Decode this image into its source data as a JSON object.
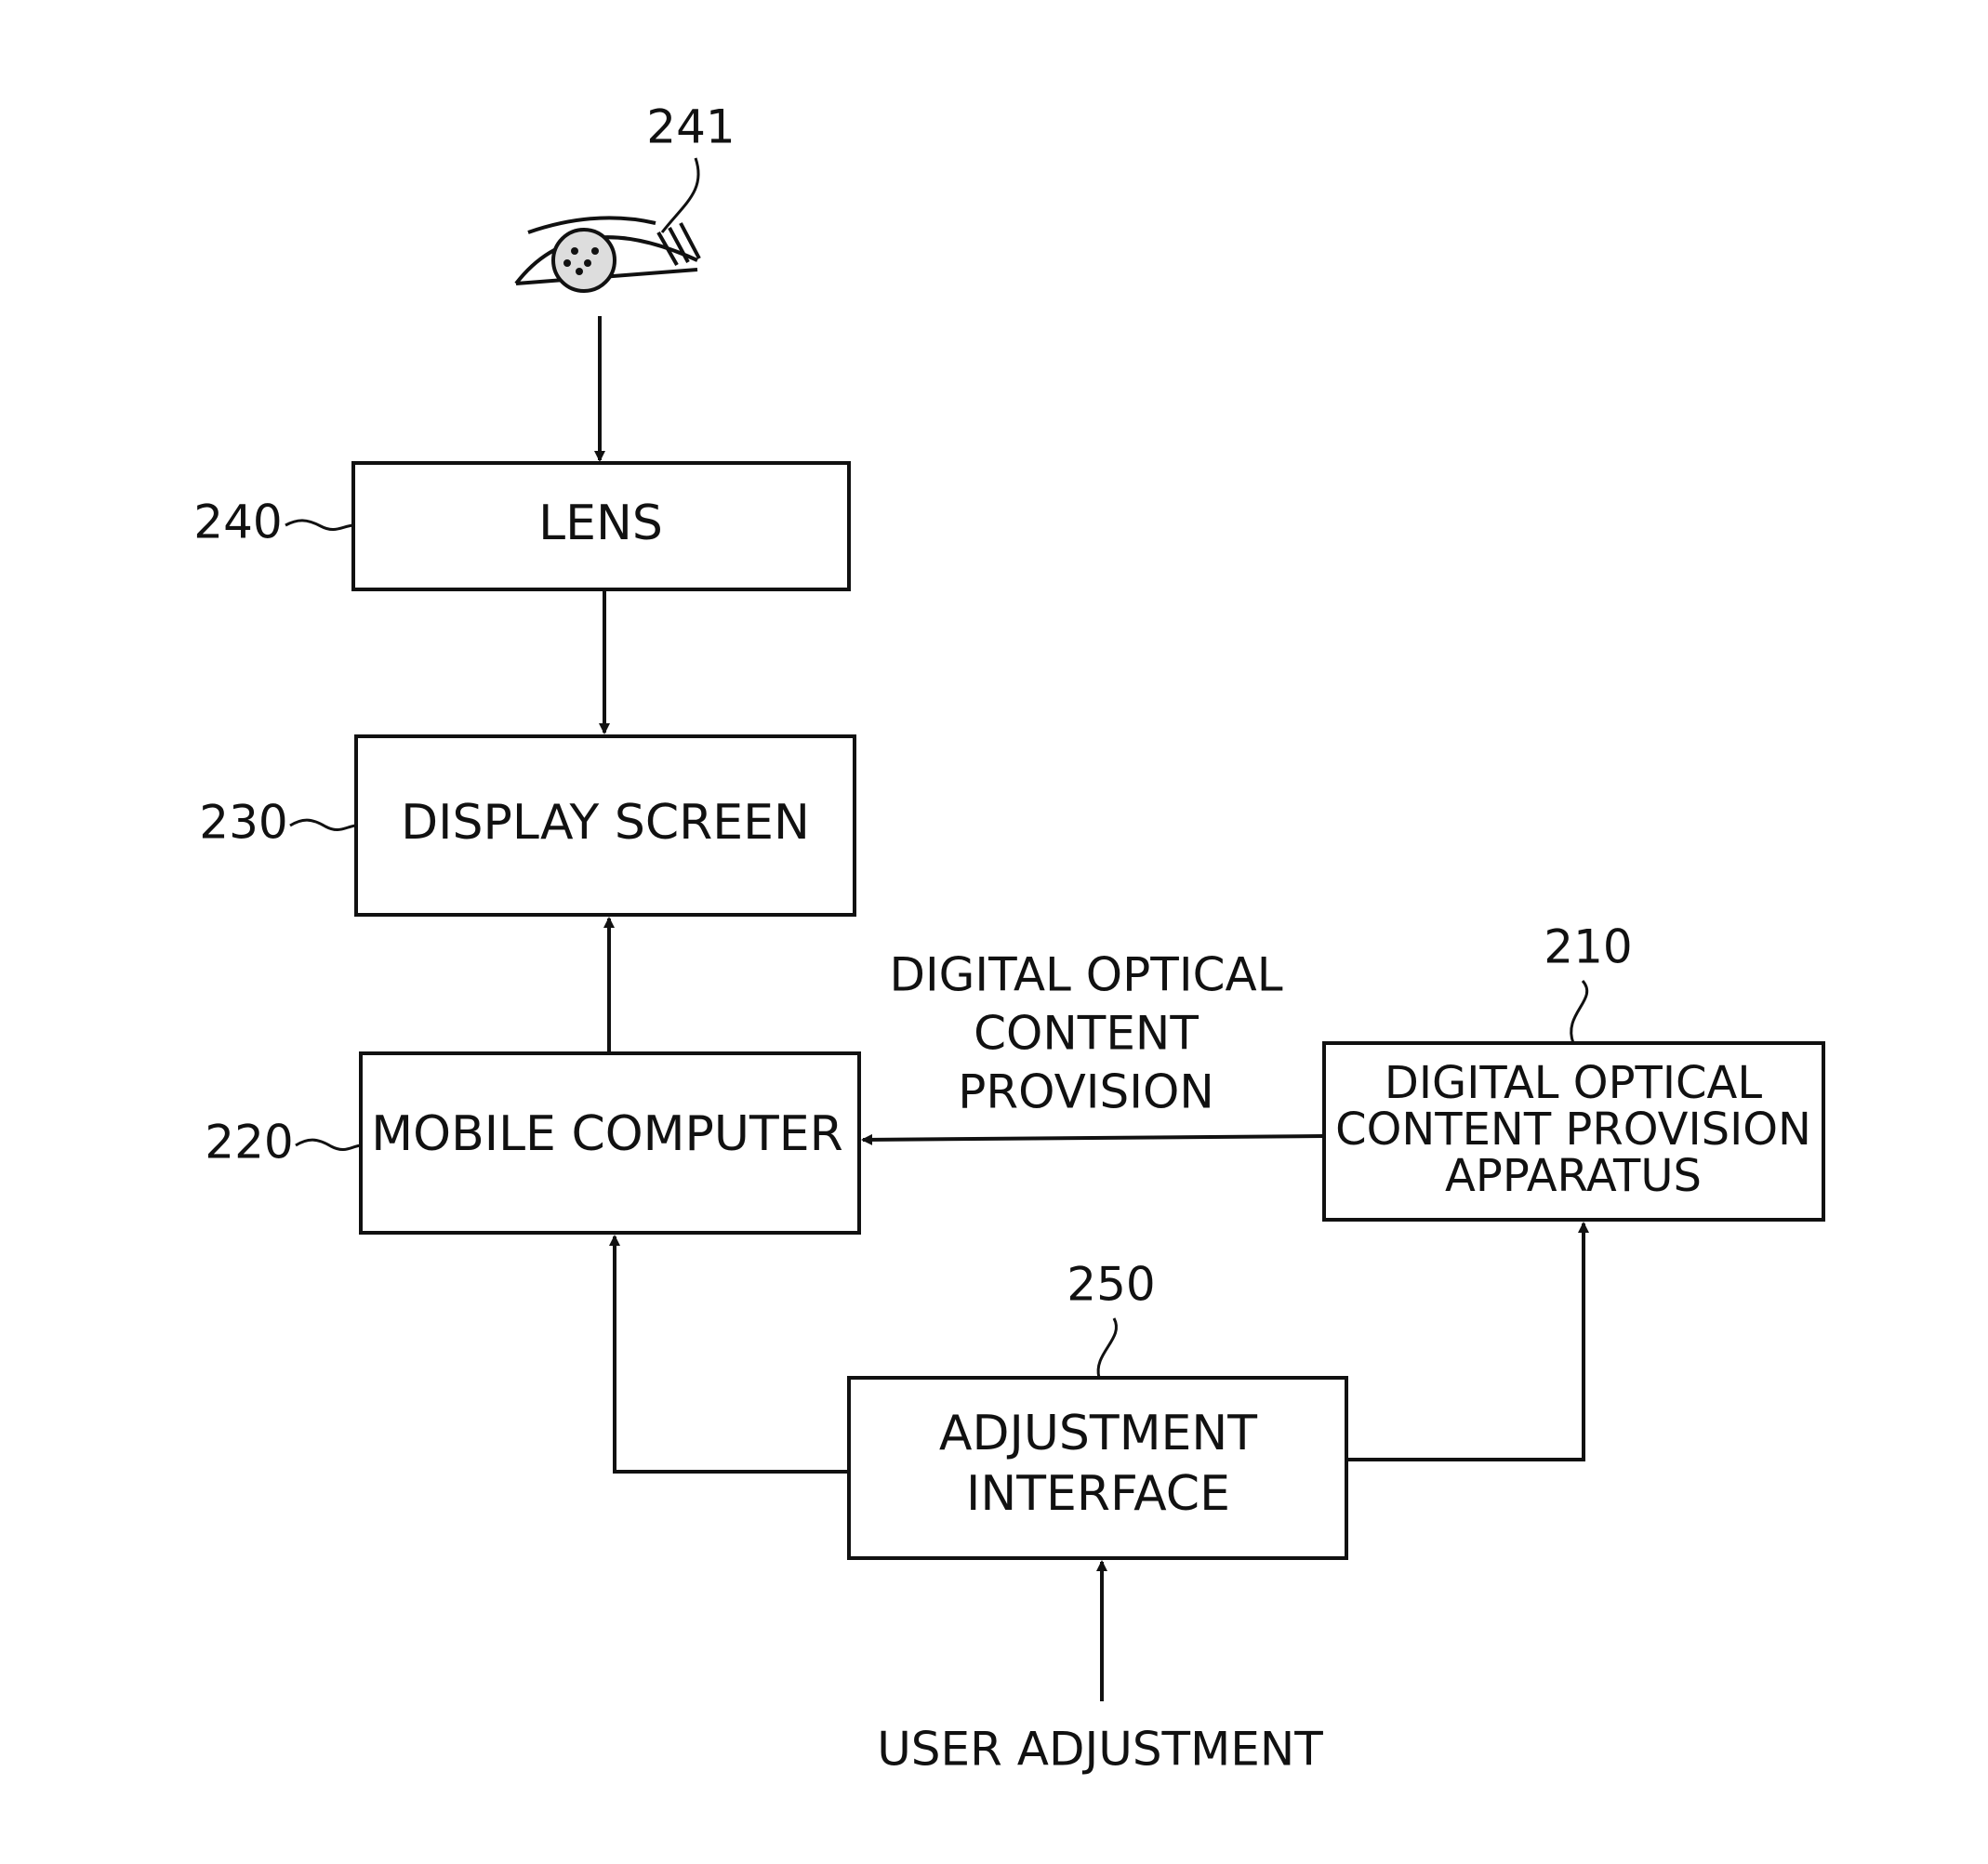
{
  "figure": {
    "eye": {
      "ref": "241"
    },
    "blocks": {
      "lens": {
        "ref": "240",
        "label": "LENS"
      },
      "display_screen": {
        "ref": "230",
        "label": "DISPLAY SCREEN"
      },
      "mobile_computer": {
        "ref": "220",
        "label": "MOBILE COMPUTER"
      },
      "provision_apparatus": {
        "ref": "210",
        "label_lines": [
          "DIGITAL OPTICAL",
          "CONTENT PROVISION",
          "APPARATUS"
        ]
      },
      "adjustment_interface": {
        "ref": "250",
        "label_lines": [
          "ADJUSTMENT",
          "INTERFACE"
        ]
      }
    },
    "flow_labels": {
      "provision": [
        "DIGITAL OPTICAL",
        "CONTENT",
        "PROVISION"
      ],
      "user_adjustment": "USER ADJUSTMENT"
    }
  }
}
